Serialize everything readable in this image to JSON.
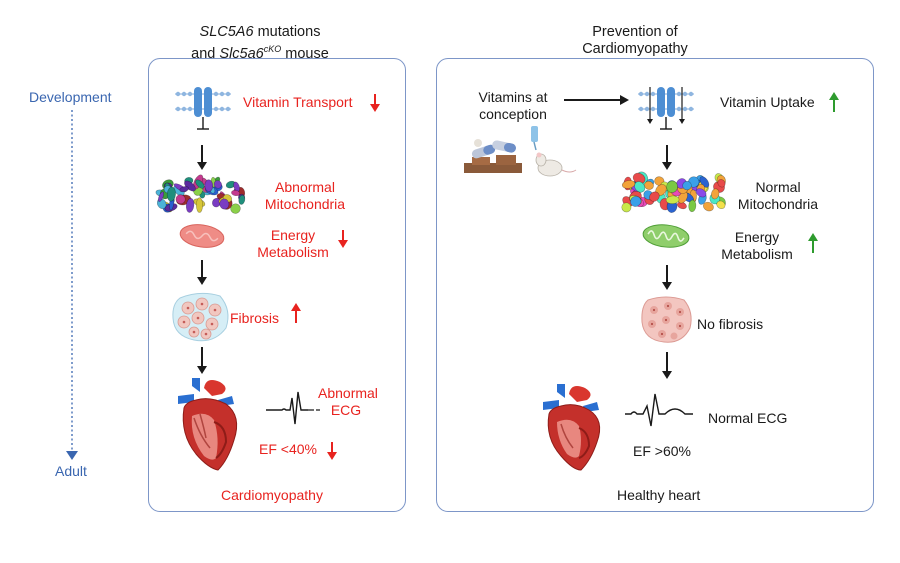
{
  "timeline": {
    "start": "Development",
    "end": "Adult"
  },
  "left_panel": {
    "title_gene": "SLC5A6",
    "title_rest1": " mutations",
    "title_and": "and ",
    "title_mouse": "Slc5a6",
    "title_sup": "cKO",
    "title_rest2": " mouse",
    "vitamin_transport": "Vitamin Transport",
    "abnormal_mito_1": "Abnormal",
    "abnormal_mito_2": "Mitochondria",
    "energy_1": "Energy",
    "energy_2": "Metabolism",
    "fibrosis": "Fibrosis",
    "abnormal_ecg_1": "Abnormal",
    "abnormal_ecg_2": "ECG",
    "ef": "EF <40%",
    "outcome": "Cardiomyopathy"
  },
  "right_panel": {
    "title_1": "Prevention of",
    "title_2": "Cardiomyopathy",
    "vitamins_1": "Vitamins at",
    "vitamins_2": "conception",
    "vitamin_uptake": "Vitamin Uptake",
    "normal_mito_1": "Normal",
    "normal_mito_2": "Mitochondria",
    "energy_1": "Energy",
    "energy_2": "Metabolism",
    "no_fibrosis": "No fibrosis",
    "normal_ecg": "Normal ECG",
    "ef": "EF >60%",
    "outcome": "Healthy heart"
  },
  "colors": {
    "panel_border": "#7d96c8",
    "timeline": "#3a66b0",
    "down_arrow": "#e8231f",
    "up_arrow_bad": "#e8231f",
    "up_arrow_good": "#2e9b2e",
    "flow_arrow": "#1a1a1a"
  }
}
